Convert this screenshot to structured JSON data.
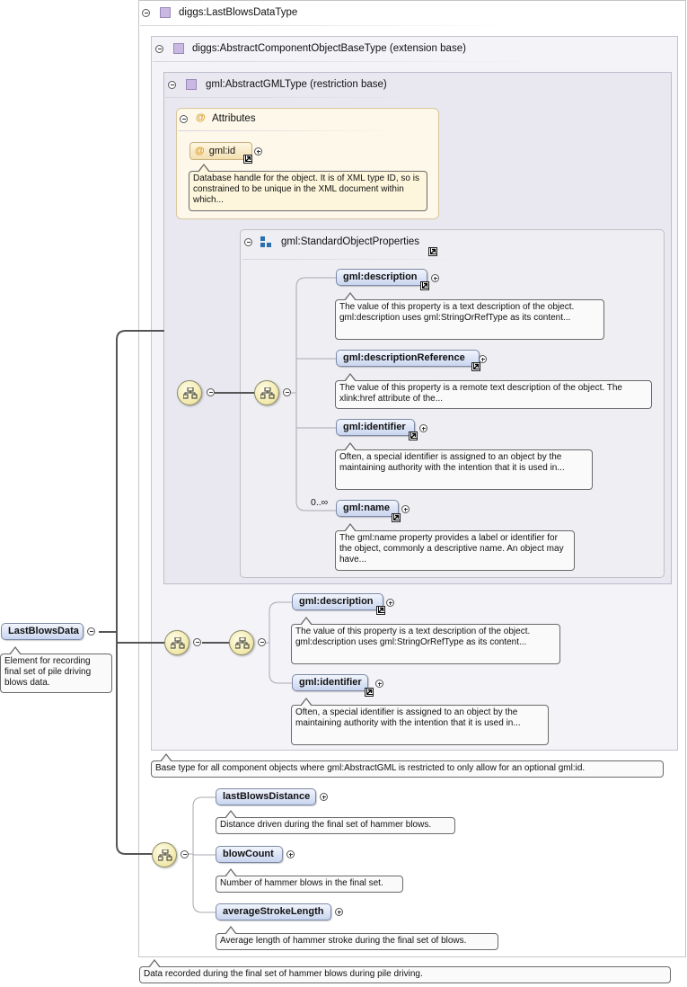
{
  "root": {
    "name": "LastBlowsData",
    "doc": "Element for recording final set of pile driving blows data."
  },
  "type": {
    "name": "diggs:LastBlowsDataType",
    "doc": "Data recorded during the final set of hammer blows during pile driving."
  },
  "base1": {
    "name": "diggs:AbstractComponentObjectBaseType (extension base)",
    "doc": "Base type for all component objects where gml:AbstractGML is restricted to only allow for an optional gml:id."
  },
  "base2": {
    "name": "gml:AbstractGMLType (restriction base)"
  },
  "attributes": {
    "label": "Attributes",
    "id_name": "gml:id",
    "id_doc": "Database handle for the object. It is of XML type ID, so is constrained to be unique in the XML document within which..."
  },
  "sop": {
    "name": "gml:StandardObjectProperties",
    "items": [
      {
        "name": "gml:description",
        "doc": "The value of this property is a text description of the object. gml:description uses gml:StringOrRefType as its content..."
      },
      {
        "name": "gml:descriptionReference",
        "doc": "The value of this property is a remote text description of the object. The xlink:href attribute of the..."
      },
      {
        "name": "gml:identifier",
        "doc": "Often, a special identifier is assigned to an object by the maintaining authority with the intention that it is used in..."
      },
      {
        "name": "gml:name",
        "doc": "The gml:name property provides a label or identifier for the object, commonly a descriptive name. An object may have...",
        "occurs": "0..∞"
      }
    ]
  },
  "ext": {
    "items": [
      {
        "name": "gml:description",
        "doc": "The value of this property is a text description of the object. gml:description uses gml:StringOrRefType as its content..."
      },
      {
        "name": "gml:identifier",
        "doc": "Often, a special identifier is assigned to an object by the maintaining authority with the intention that it is used in..."
      }
    ]
  },
  "own": {
    "items": [
      {
        "name": "lastBlowsDistance",
        "doc": "Distance driven during the final set of hammer blows."
      },
      {
        "name": "blowCount",
        "doc": "Number of hammer blows in the final set."
      },
      {
        "name": "averageStrokeLength",
        "doc": "Average length of hammer stroke during the final set of blows."
      }
    ]
  }
}
